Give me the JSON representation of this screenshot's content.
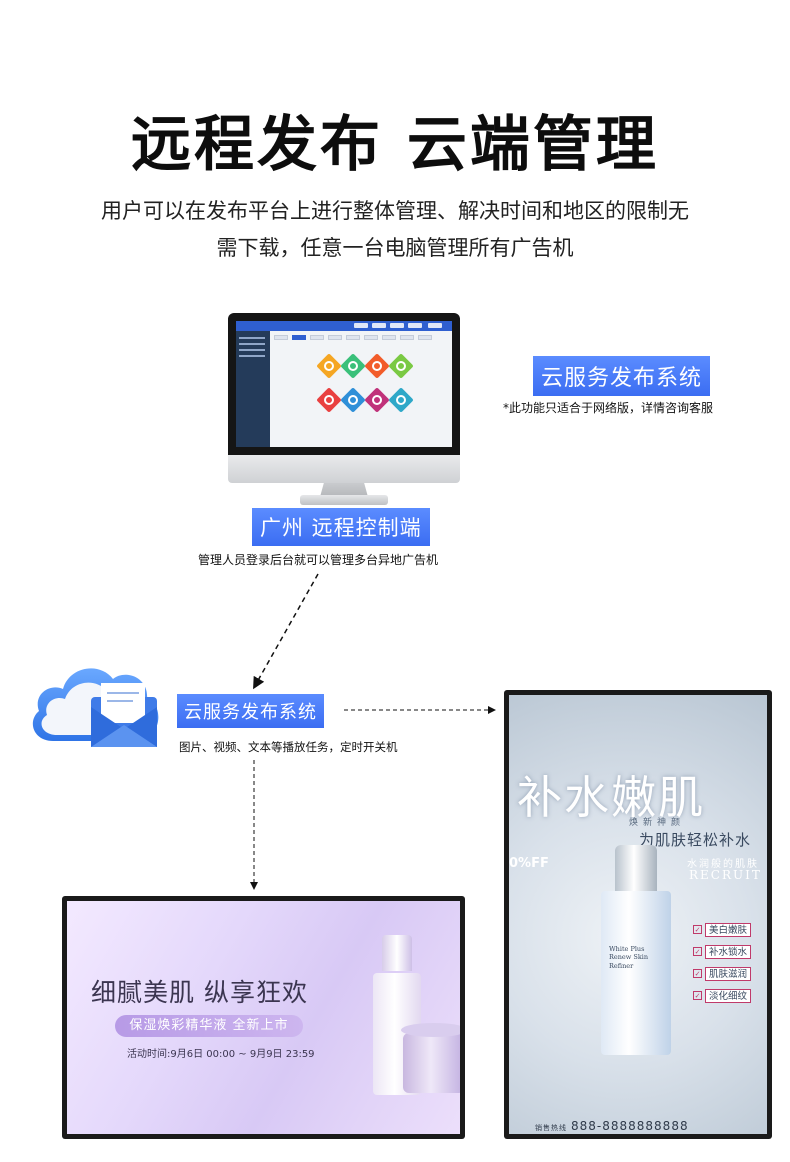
{
  "title": "远程发布 云端管理",
  "subtitle": {
    "line1": "用户可以在发布平台上进行整体管理、解决时间和地区的限制无",
    "line2": "需下载，任意一台电脑管理所有广告机"
  },
  "cloud_service_tag": "云服务发布系统",
  "cloud_service_note": "*此功能只适合于网络版，详情咨询客服",
  "remote_tag": "广州  远程控制端",
  "remote_note": "管理人员登录后台就可以管理多台异地广告机",
  "cloud_publish_tag": "云服务发布系统",
  "cloud_publish_note": "图片、视频、文本等播放任务，定时开关机",
  "landscape_ad": {
    "headline": "细腻美肌 纵享狂欢",
    "pill": "保湿焕彩精华液 全新上市",
    "date": "活动时间:9月6日 00:00 ~ 9月9日 23:59"
  },
  "portrait_ad": {
    "big": "补水嫩肌",
    "small": "焕新神颜",
    "slogan": "为肌肤轻松补水",
    "sub": "水润般的肌肤",
    "recruit": "RECRUIT",
    "off": "0%FF",
    "bottle_label": "White Plus Renew Skin Refiner",
    "features": [
      "美白嫩肤",
      "补水锁水",
      "肌肤滋润",
      "淡化细纹"
    ],
    "phone": "888-8888888888",
    "phone_prefix": "销售热线"
  },
  "colors": {
    "tag_blue": "#3b6df2",
    "title_black": "#0d0d0d"
  },
  "icons": [
    "cloud-icon",
    "envelope-icon",
    "monitor-icon",
    "arrow-icon"
  ]
}
